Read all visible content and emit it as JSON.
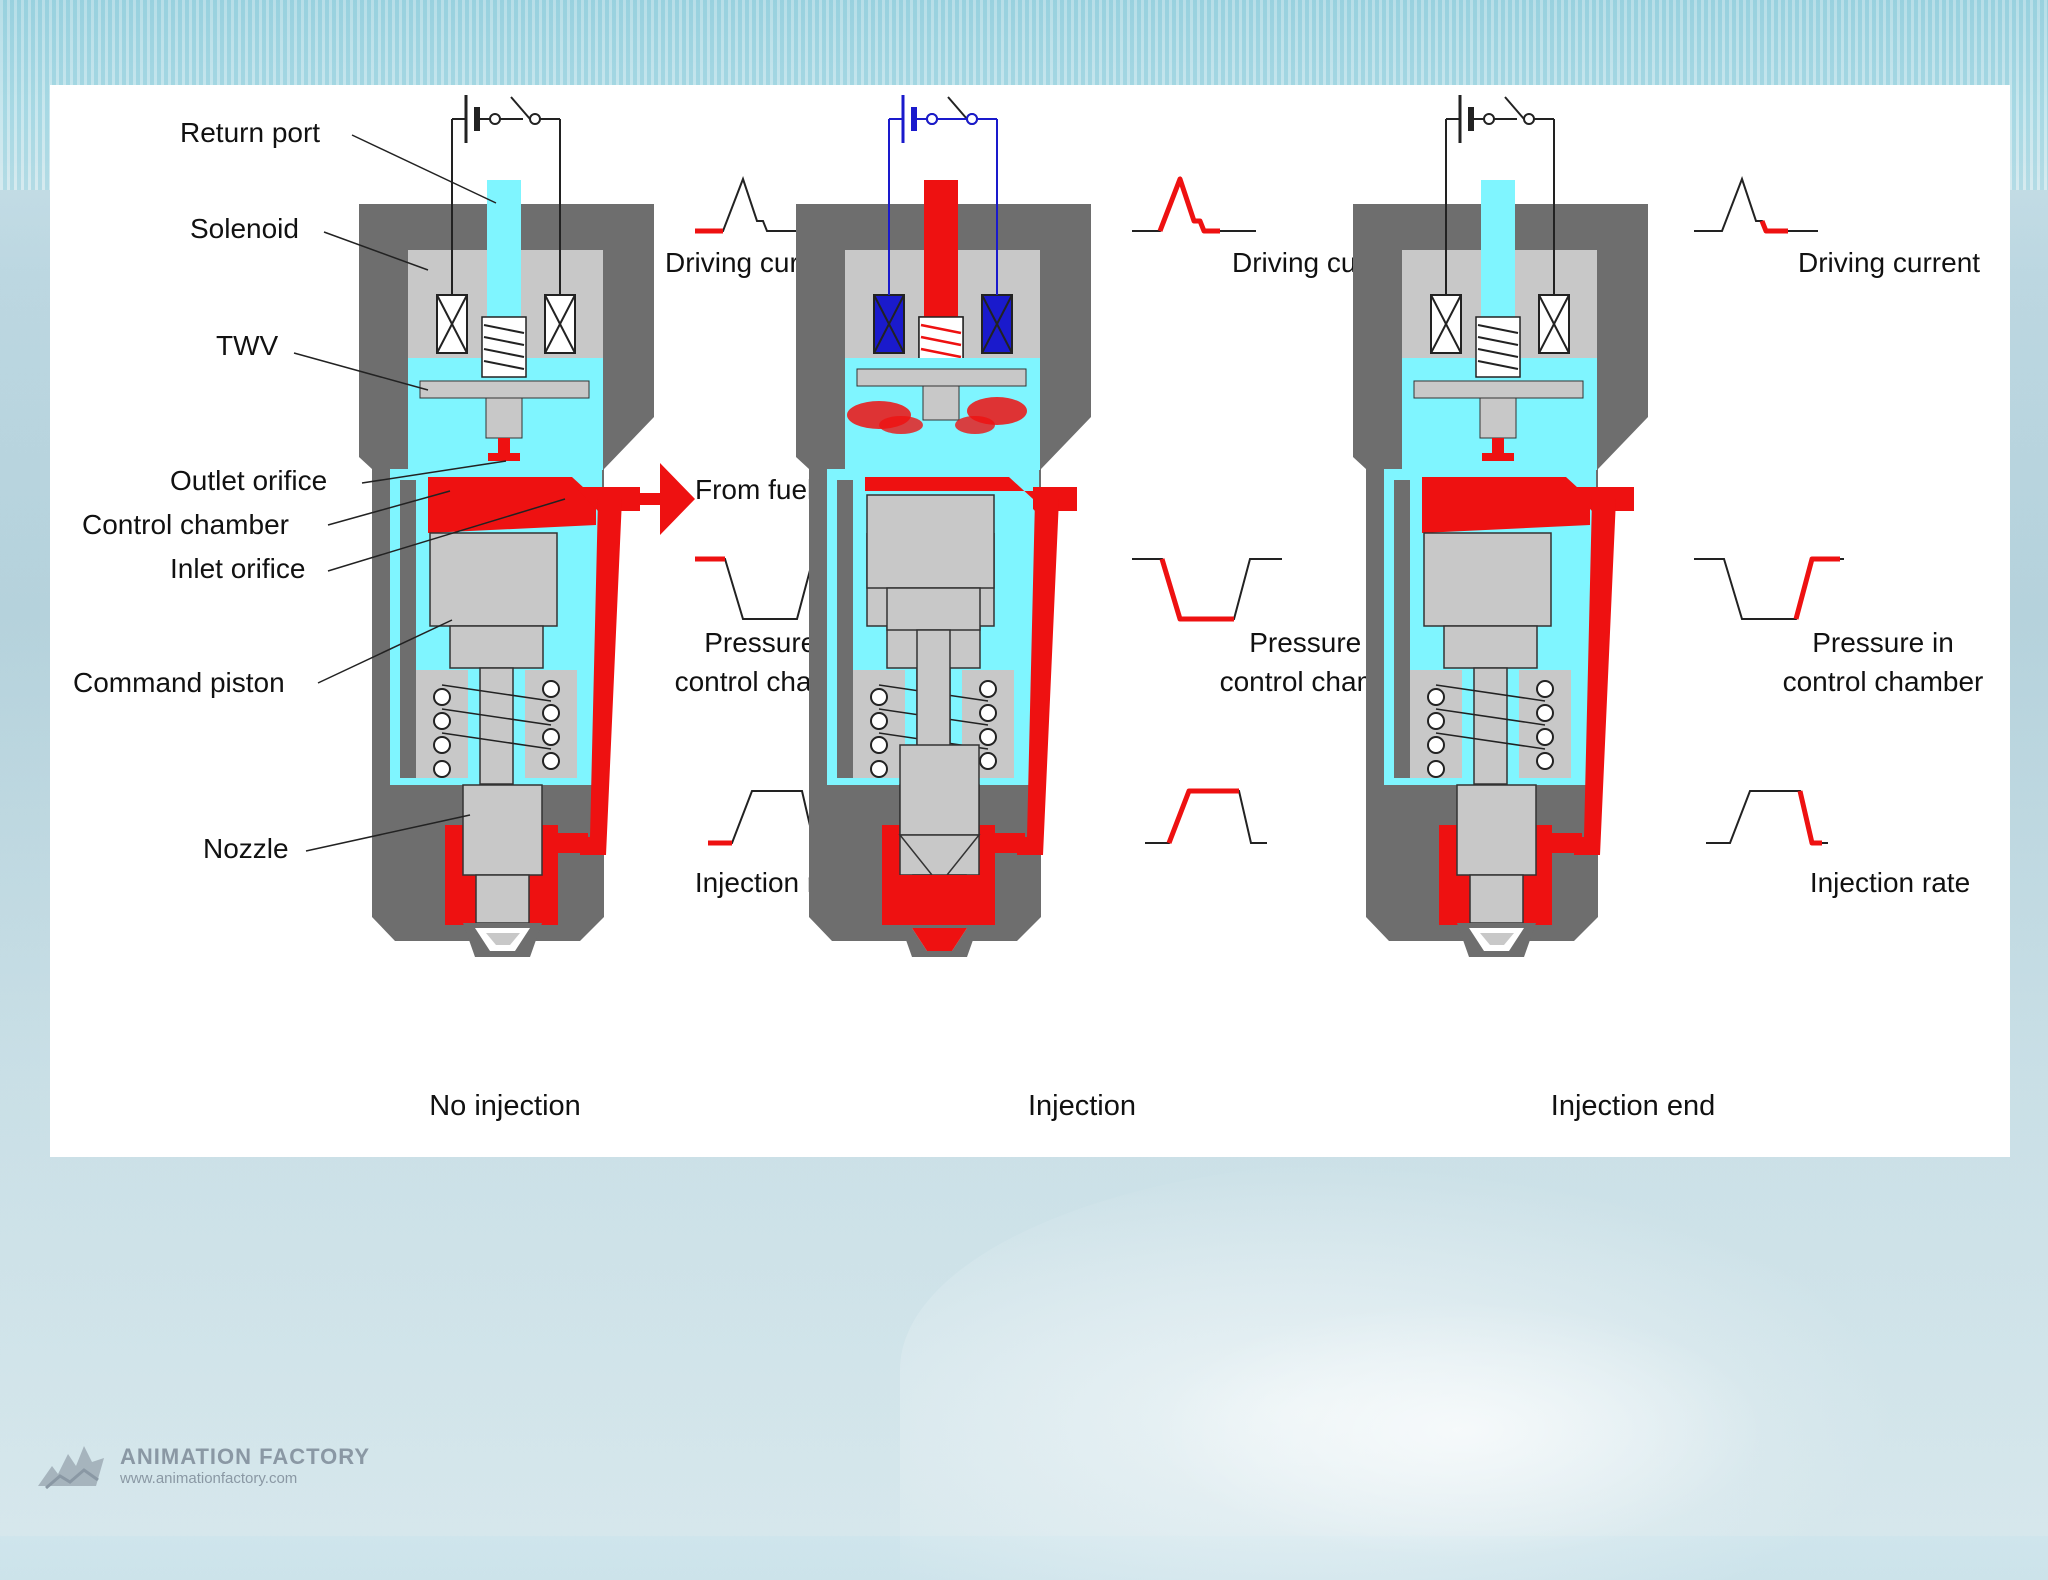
{
  "labels": {
    "return_port": "Return port",
    "solenoid": "Solenoid",
    "twv": "TWV",
    "outlet_orifice": "Outlet orifice",
    "control_chamber": "Control chamber",
    "inlet_orifice": "Inlet orifice",
    "command_piston": "Command piston",
    "nozzle": "Nozzle",
    "from_fuel_rail": "From fuel rail"
  },
  "graphs": {
    "driving_current": "Driving current",
    "pressure_line1": "Pressure in",
    "pressure_line2": "control chamber",
    "injection_rate": "Injection rate"
  },
  "stages": [
    {
      "caption": "No injection"
    },
    {
      "caption": "Injection"
    },
    {
      "caption": "Injection end"
    }
  ],
  "colors": {
    "fuel_high": "#ee1111",
    "fuel_low": "#7ff5ff",
    "housing": "#6e6e6e",
    "parts": "#c8c8c8",
    "energized_coil": "#1a1acc"
  },
  "logo": {
    "title": "ANIMATION FACTORY",
    "url": "www.animationfactory.com"
  }
}
